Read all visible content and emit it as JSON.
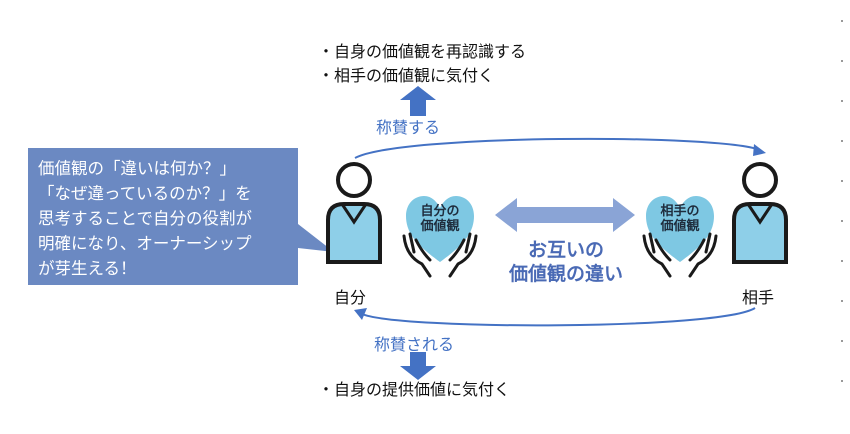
{
  "top": {
    "bullets": [
      "・自身の価値観を再認識する",
      "・相手の価値観に気付く"
    ],
    "praise_label": "称賛する"
  },
  "bottom": {
    "praised_label": "称賛される",
    "bullet": "・自身の提供価値に気付く"
  },
  "callout": {
    "lines": [
      "価値観の「違いは何か？」",
      "「なぜ違っているのか？」を",
      "思考することで自分の役割が",
      "明確になり、オーナーシップ",
      "が芽生える！"
    ]
  },
  "self": {
    "name": "自分",
    "heart": [
      "自分の",
      "価値観"
    ]
  },
  "partner": {
    "name": "相手",
    "heart": [
      "相手の",
      "価値観"
    ]
  },
  "center": {
    "lines": [
      "お互いの",
      "価値観の違い"
    ]
  },
  "colors": {
    "callout_bg": "#6b89c2",
    "arrow_blue": "#4472c4",
    "heart_fill": "#7ec8e3",
    "person_fill": "#8ecfe8",
    "double_arrow": "#8aa4d6"
  }
}
